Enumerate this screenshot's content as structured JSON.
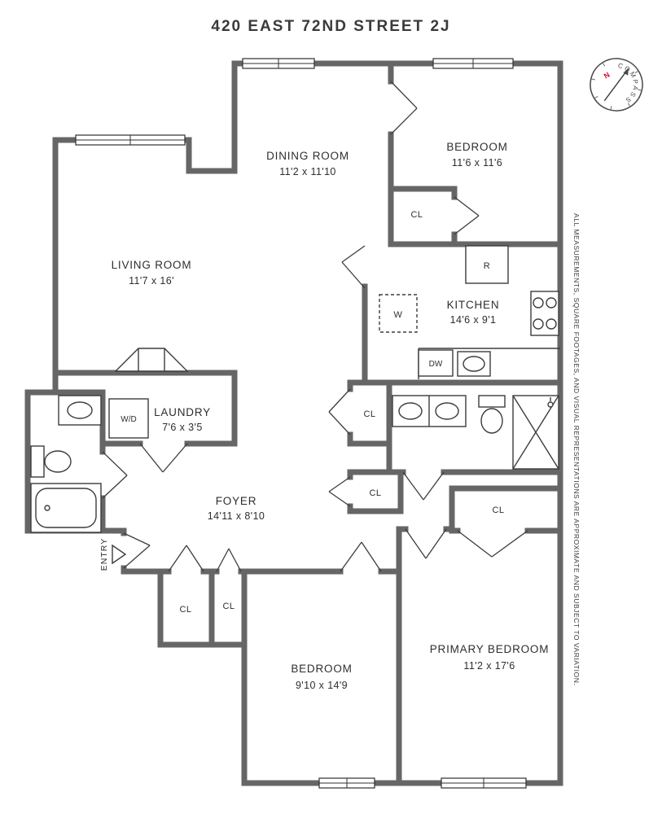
{
  "title": "420 EAST 72ND STREET 2J",
  "compass": {
    "brand": "COMPASS",
    "north_label": "N"
  },
  "disclaimer": "ALL MEASUREMENTS, SQUARE FOOTAGES, AND VISUAL REPRESENTATIONS ARE APPROXIMATE AND SUBJECT TO VARIATION.",
  "rooms": {
    "dining": {
      "name": "DINING ROOM",
      "dims": "11'2 x 11'10"
    },
    "bedroom2": {
      "name": "BEDROOM",
      "dims": "11'6 x 11'6"
    },
    "living": {
      "name": "LIVING ROOM",
      "dims": "11'7 x 16'"
    },
    "kitchen": {
      "name": "KITCHEN",
      "dims": "14'6 x 9'1"
    },
    "laundry": {
      "name": "LAUNDRY",
      "dims": "7'6 x 3'5"
    },
    "foyer": {
      "name": "FOYER",
      "dims": "14'11 x 8'10"
    },
    "bedroom3": {
      "name": "BEDROOM",
      "dims": "9'10 x 14'9"
    },
    "primary": {
      "name": "PRIMARY BEDROOM",
      "dims": "11'2 x 17'6"
    }
  },
  "labels": {
    "closet": "CL",
    "entry": "ENTRY",
    "washer": "W",
    "washer_dryer": "W/D",
    "dishwasher": "DW",
    "refrigerator": "R"
  }
}
